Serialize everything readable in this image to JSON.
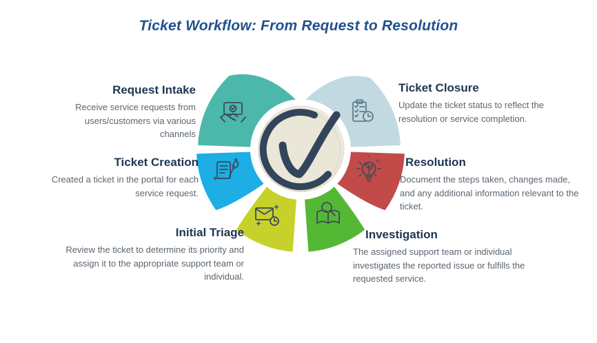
{
  "title": "Ticket Workflow: From Request to Resolution",
  "palette": {
    "title_color": "#20518F",
    "heading_color": "#1E3650",
    "body_color": "#5A6570",
    "center_fill": "#EAE6D8",
    "check_color": "#33455A",
    "background": "#FFFFFF"
  },
  "center": {
    "icon": "check-circle-icon"
  },
  "steps": [
    {
      "name": "Request Intake",
      "description": "Receive service requests from users/customers via various channels",
      "color": "#4CB8AB",
      "icon": "handshake-certificate-icon"
    },
    {
      "name": "Ticket Creation",
      "description": "Created a ticket in the portal for each service request.",
      "color": "#1CAEE4",
      "icon": "scroll-pen-icon"
    },
    {
      "name": "Initial Triage",
      "description": "Review the ticket to determine its priority and assign it to the appropriate support team or individual.",
      "color": "#C6D229",
      "icon": "mail-clock-icon"
    },
    {
      "name": "Investigation",
      "description": "The assigned support team or individual investigates the reported issue or fulfills the requested service.",
      "color": "#54B835",
      "icon": "book-magnifier-icon"
    },
    {
      "name": "Resolution",
      "description": "Document the steps taken, changes made, and any additional information relevant to the ticket.",
      "color": "#C14B48",
      "icon": "bulb-plant-icon"
    },
    {
      "name": "Ticket Closure",
      "description": "Update the ticket status to reflect the resolution or service completion.",
      "color": "#C2D9E2",
      "icon": "clipboard-clock-icon"
    }
  ]
}
